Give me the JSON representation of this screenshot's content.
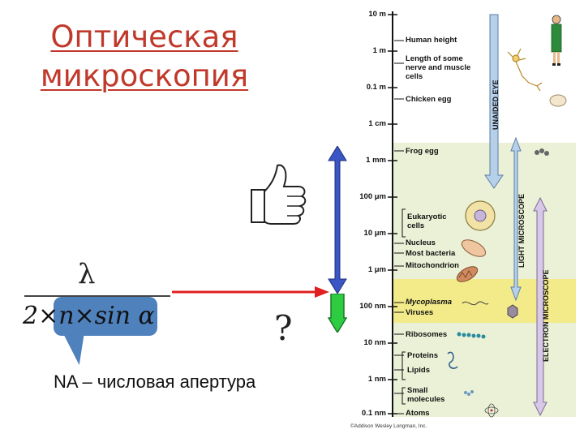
{
  "title": {
    "line1": "Оптическая",
    "line2": "микроскопия"
  },
  "formula": {
    "numerator": "λ",
    "denominator": "2×n×sin α"
  },
  "na_label": "NA – числовая апертура",
  "question_mark": "?",
  "colors": {
    "title": "#c0392b",
    "callout": "#4f81bd",
    "blue_arrow": "#3a56c4",
    "green_arrow": "#2ecc40",
    "red_arrow": "#e02020"
  },
  "scale": {
    "ticks": [
      "10 m",
      "1 m",
      "0.1 m",
      "1 cm",
      "1 mm",
      "100 μm",
      "10 μm",
      "1 μm",
      "100 nm",
      "10 nm",
      "1 nm",
      "0.1 nm"
    ],
    "items": {
      "human_height": "Human height",
      "nerve": "Length of some nerve and muscle cells",
      "chicken_egg": "Chicken egg",
      "frog_egg": "Frog egg",
      "eukaryotic": "Eukaryotic cells",
      "nucleus": "Nucleus",
      "bacteria": "Most bacteria",
      "mitochondrion": "Mitochondrion",
      "mycoplasma": "Mycoplasma",
      "viruses": "Viruses",
      "ribosomes": "Ribosomes",
      "proteins": "Proteins",
      "lipids": "Lipids",
      "small_molecules": "Small molecules",
      "atoms": "Atoms"
    },
    "ranges": {
      "eye": "UNAIDED EYE",
      "light": "LIGHT MICROSCOPE",
      "electron": "ELECTRON MICROSCOPE"
    },
    "copyright": "©Addison Wesley Longman, Inc."
  }
}
